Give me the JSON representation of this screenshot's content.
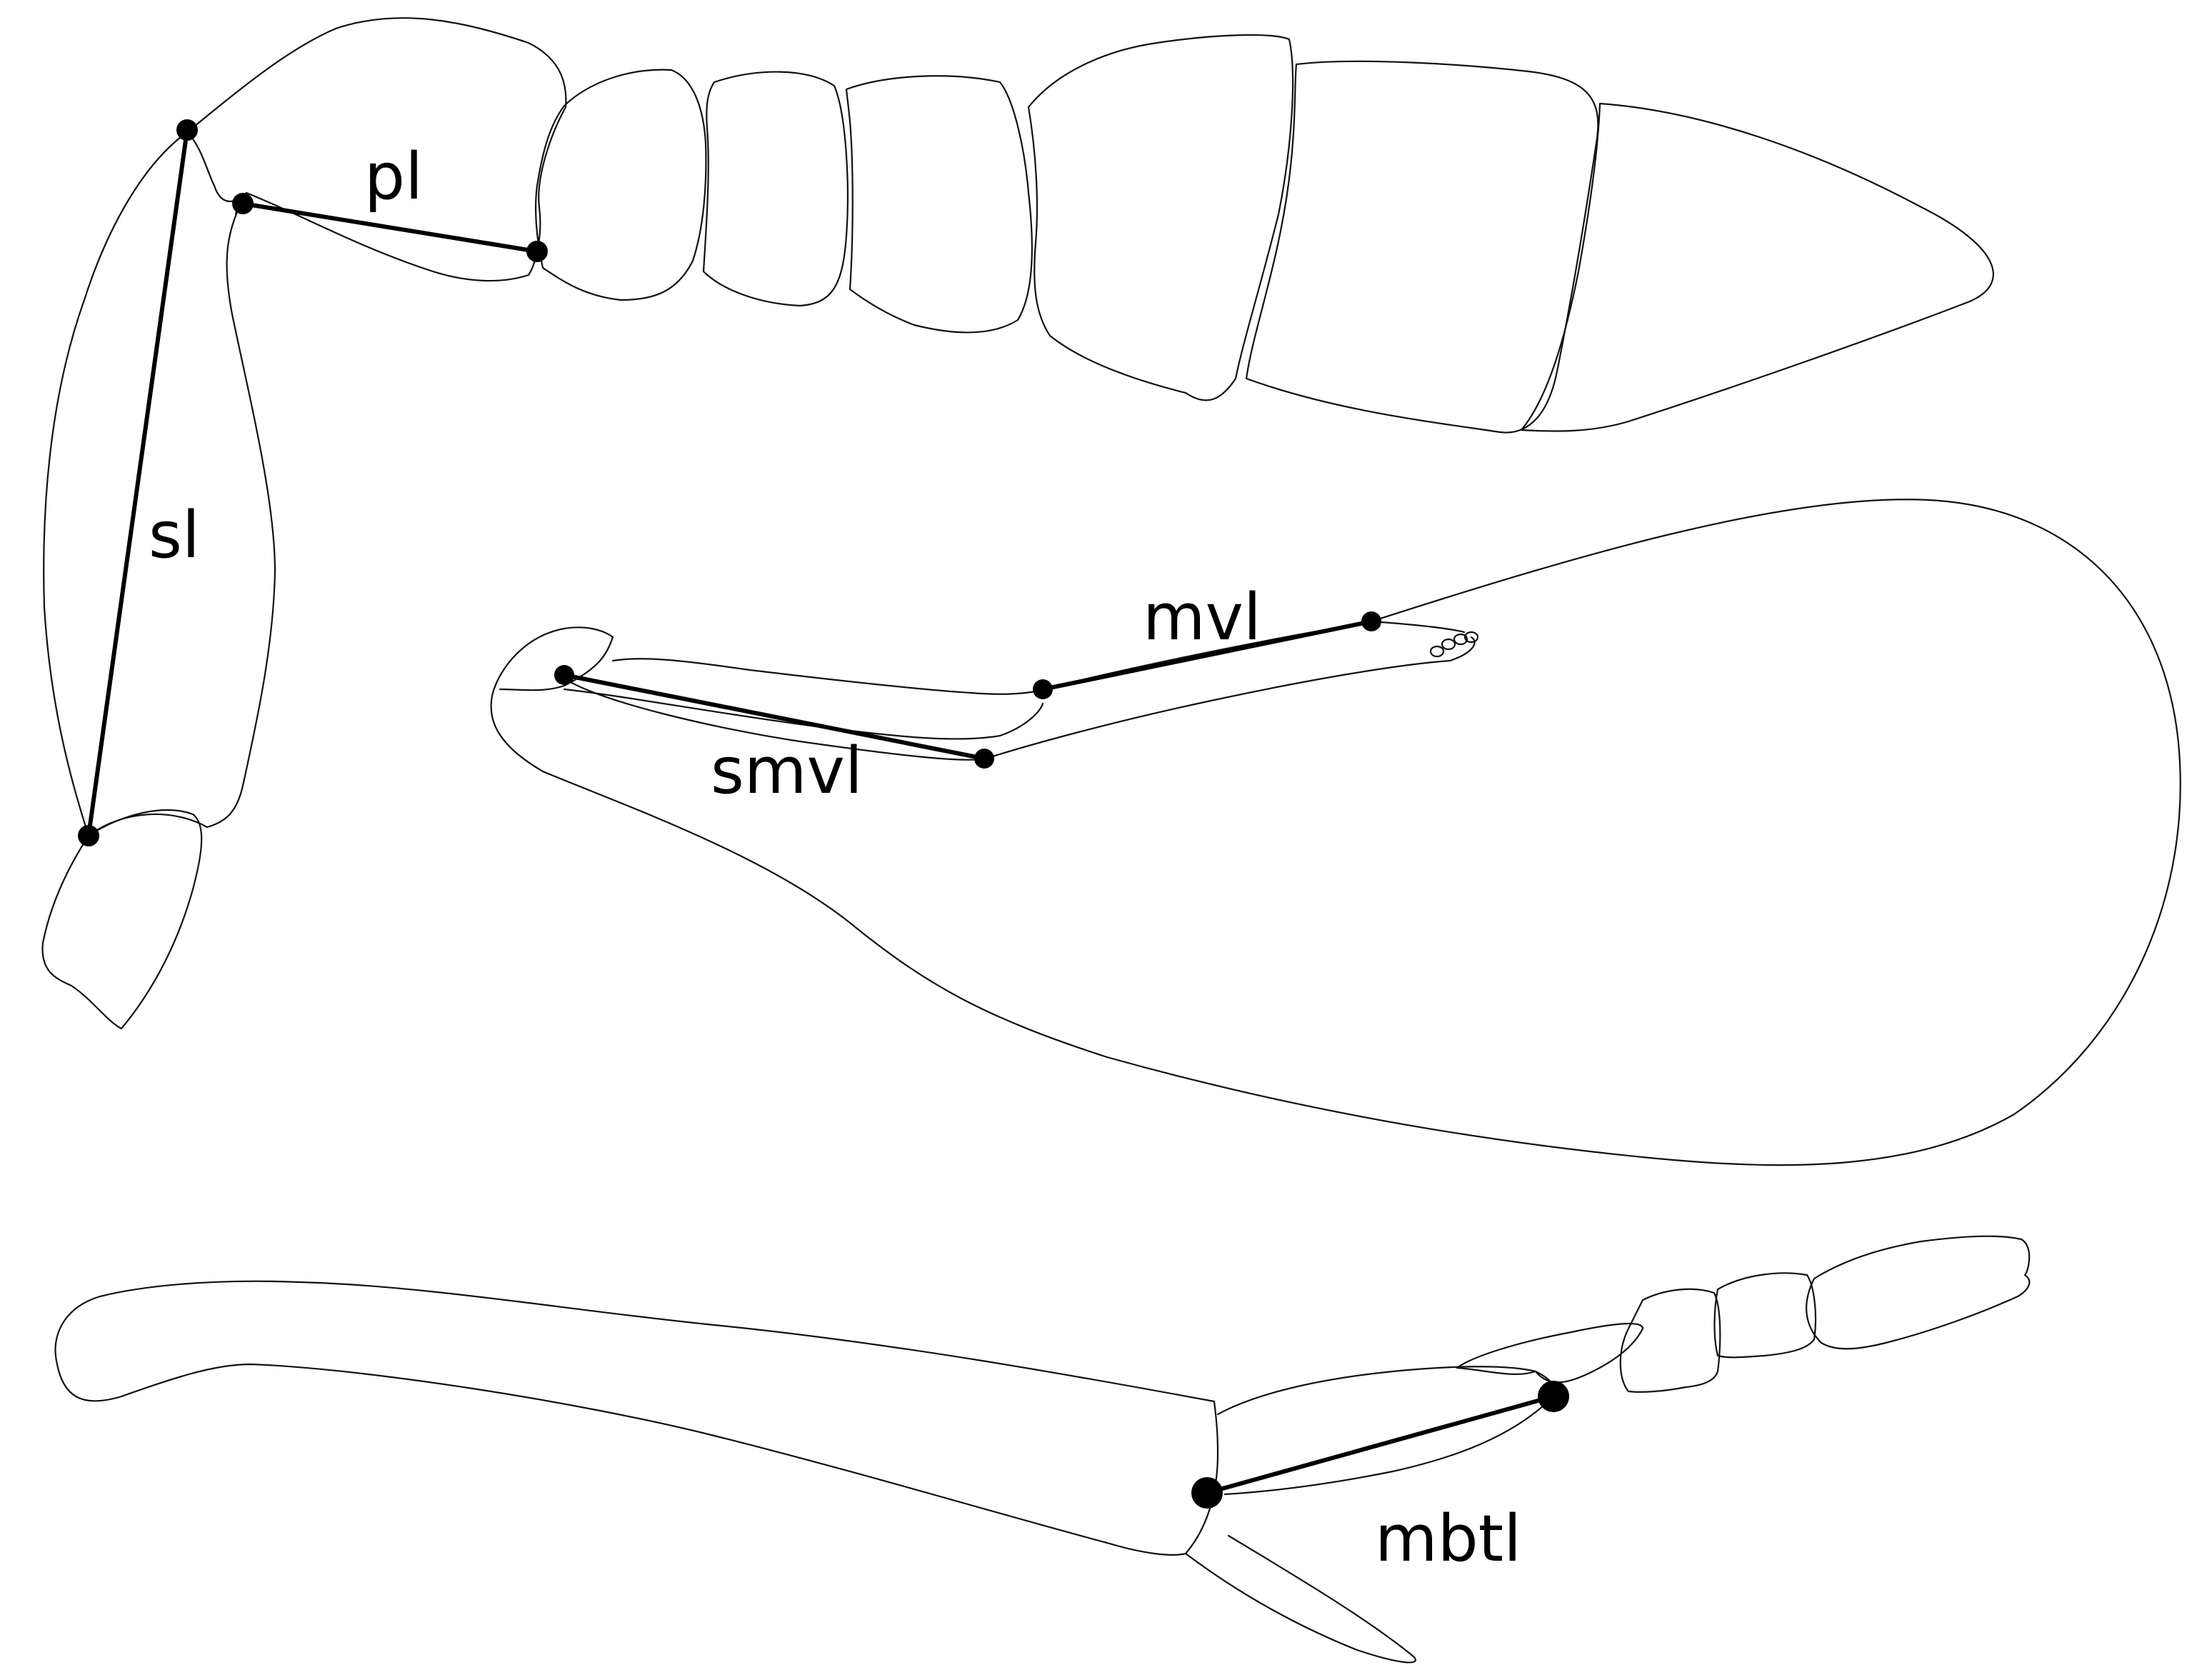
{
  "figure": {
    "panels": [
      {
        "id": "antenna",
        "measurements": [
          {
            "id": "pl",
            "label": "pl"
          },
          {
            "id": "sl",
            "label": "sl"
          }
        ]
      },
      {
        "id": "forewing",
        "measurements": [
          {
            "id": "mvl",
            "label": "mvl"
          },
          {
            "id": "smvl",
            "label": "smvl"
          }
        ]
      },
      {
        "id": "middle-leg",
        "measurements": [
          {
            "id": "mbtl",
            "label": "mbtl"
          }
        ]
      }
    ]
  },
  "colors": {
    "stroke": "#111111",
    "measure_line": "#000000",
    "background": "#ffffff"
  }
}
